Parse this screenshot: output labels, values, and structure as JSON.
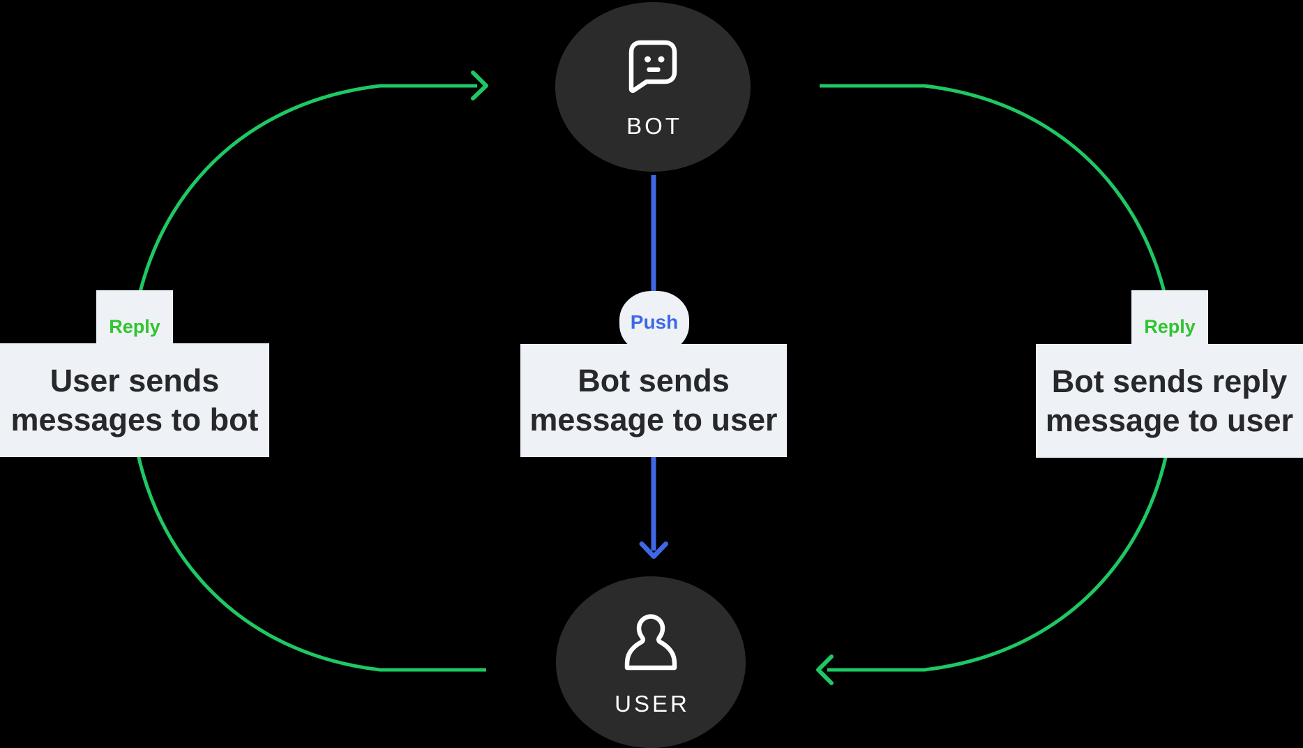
{
  "nodes": {
    "bot": {
      "label": "BOT",
      "icon": "chat-bot-icon"
    },
    "user": {
      "label": "USER",
      "icon": "person-icon"
    }
  },
  "flow": {
    "push_badge": "Push",
    "center_box": {
      "line1": "Bot sends",
      "line2": "message to user"
    },
    "left_box": {
      "tag": "Reply",
      "line1": "User sends",
      "line2": "messages to bot"
    },
    "right_box": {
      "tag": "Reply",
      "line1": "Bot sends reply",
      "line2": "message to user"
    }
  },
  "colors": {
    "background": "#000000",
    "node_fill": "#2b2b2b",
    "node_text": "#ffffff",
    "box_fill": "#eef1f5",
    "box_text": "#26282c",
    "arrow_green": "#1ec863",
    "reply_green": "#2fc52f",
    "push_blue": "#3f68e6"
  }
}
